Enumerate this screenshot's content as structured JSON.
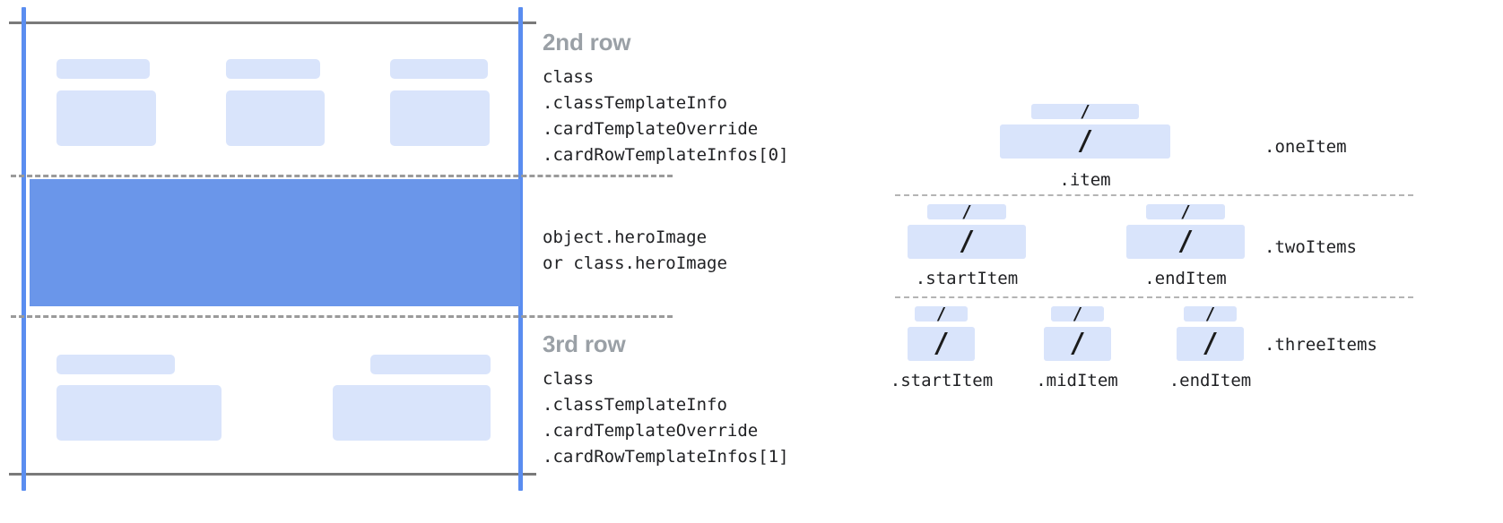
{
  "card_diagram": {
    "rows": [
      {
        "name": "second-row",
        "title": "2nd row",
        "code": "class\n.classTemplateInfo\n.cardTemplateOverride\n.cardRowTemplateInfos[0]",
        "cells": 3
      },
      {
        "name": "hero-row",
        "title": "",
        "code": "object.heroImage\nor class.heroImage",
        "cells": 0
      },
      {
        "name": "third-row",
        "title": "3rd row",
        "code": "class\n.classTemplateInfo\n.cardTemplateOverride\n.cardRowTemplateInfos[1]",
        "cells": 2
      }
    ],
    "colors": {
      "chip": "#d9e4fb",
      "hero": "#6a96ea",
      "guide": "#5a8df0",
      "rule": "#7a7a7a",
      "dashed": "#9a9a9a",
      "title": "#9aa0a6"
    }
  },
  "item_diagram": {
    "groups": [
      {
        "name": "one-item",
        "group_label": ".oneItem",
        "cells": [
          {
            "label": ".item",
            "glyph": "/"
          }
        ]
      },
      {
        "name": "two-items",
        "group_label": ".twoItems",
        "cells": [
          {
            "label": ".startItem",
            "glyph": "/"
          },
          {
            "label": ".endItem",
            "glyph": "/"
          }
        ]
      },
      {
        "name": "three-items",
        "group_label": ".threeItems",
        "cells": [
          {
            "label": ".startItem",
            "glyph": "/"
          },
          {
            "label": ".midItem",
            "glyph": "/"
          },
          {
            "label": ".endItem",
            "glyph": "/"
          }
        ]
      }
    ]
  }
}
